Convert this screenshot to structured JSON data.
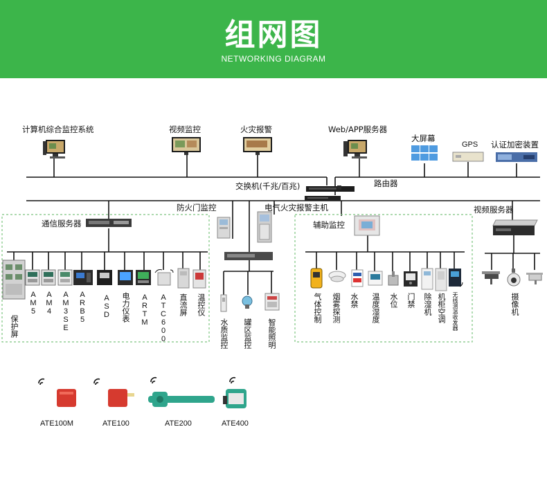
{
  "header": {
    "title": "组网图",
    "subtitle": "NETWORKING DIAGRAM"
  },
  "top_systems": {
    "computer": "计算机综合监控系统",
    "video": "视频监控",
    "fire": "火灾报警",
    "web": "Web/APP服务器",
    "bigscreen": "大屏幕",
    "gps": "GPS",
    "encrypt": "认证加密装置"
  },
  "network": {
    "switch": "交换机(千兆/百兆)",
    "router": "路由器"
  },
  "middle": {
    "comm_server": "通信服务器",
    "fire_door": "防火门监控",
    "electrical_fire": "电气火灾报警主机",
    "aux_monitor": "辅助监控",
    "video_server": "视频服务器"
  },
  "comm_devices": [
    "保护屏",
    "AM5",
    "AM4",
    "AM3SE",
    "ARB5",
    "ASD",
    "电力仪表",
    "ARTM",
    "ATC600",
    "直流屏",
    "温控仪"
  ],
  "water_devices": [
    "水质监控",
    "罐区监控",
    "智能照明"
  ],
  "aux_devices": [
    "气体控制",
    "烟雾探测",
    "水禁",
    "温度湿度",
    "水位",
    "门禁",
    "除湿机",
    "机柜空调",
    "无线测温收发器"
  ],
  "cameras": {
    "label": "摄像机"
  },
  "sensors": [
    "ATE100M",
    "ATE100",
    "ATE200",
    "ATE400"
  ],
  "colors": {
    "header_green": "#3cb54a",
    "dashed_green": "#7cc47f",
    "sensor_red": "#d63a2f",
    "sensor_teal": "#2fa58c"
  }
}
